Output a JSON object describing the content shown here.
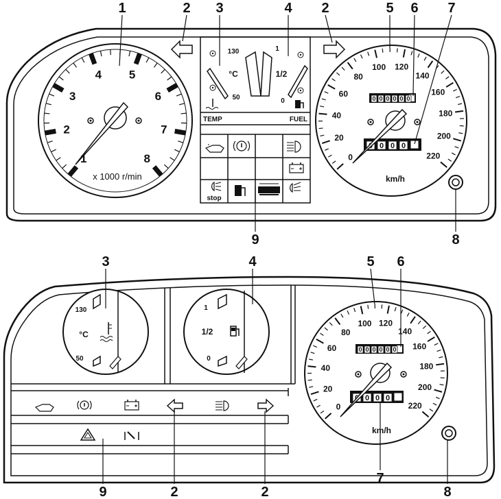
{
  "callouts": {
    "top": [
      "1",
      "2",
      "3",
      "4",
      "2",
      "5",
      "6",
      "7",
      "8",
      "9"
    ],
    "bottom": [
      "3",
      "4",
      "5",
      "6",
      "9",
      "2",
      "2",
      "7",
      "8"
    ]
  },
  "tachometer": {
    "numbers": [
      "1",
      "2",
      "3",
      "4",
      "5",
      "6",
      "7",
      "8"
    ],
    "unit": "x 1000 r/min"
  },
  "speedometer": {
    "numbers": [
      "0",
      "20",
      "40",
      "60",
      "80",
      "100",
      "120",
      "140",
      "160",
      "180",
      "200",
      "220"
    ],
    "unit": "km/h",
    "odometer": [
      "0",
      "0",
      "0",
      "0",
      "0",
      "0"
    ],
    "trip": [
      "0",
      "0",
      "0",
      "0"
    ]
  },
  "temp_gauge": {
    "high": "130",
    "low": "50",
    "unit": "°C",
    "label": "TEMP"
  },
  "fuel_gauge": {
    "full": "1",
    "half": "1/2",
    "empty": "0",
    "label": "FUEL"
  },
  "warning_lights": {
    "stop_label": "stop"
  },
  "icons": [
    "oil-pressure-icon",
    "brake-icon",
    "high-beam-icon",
    "battery-icon",
    "turn-left-icon",
    "turn-right-icon",
    "fuel-reserve-icon",
    "coolant-temp-icon",
    "hazard-icon",
    "choke-icon",
    "low-beam-icon",
    "stop-light-icon"
  ]
}
